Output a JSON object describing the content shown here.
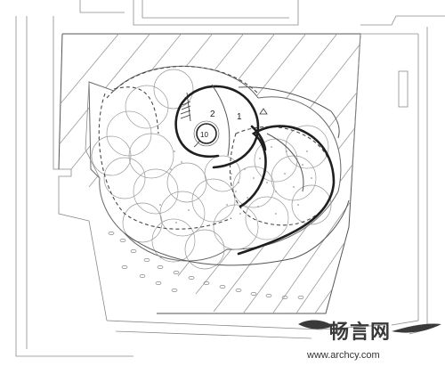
{
  "labels": {
    "zone_1": "1",
    "zone_2": "2",
    "zone_10": "10"
  },
  "watermark": {
    "url": "www.archcy.com",
    "brand": "畅言网"
  }
}
